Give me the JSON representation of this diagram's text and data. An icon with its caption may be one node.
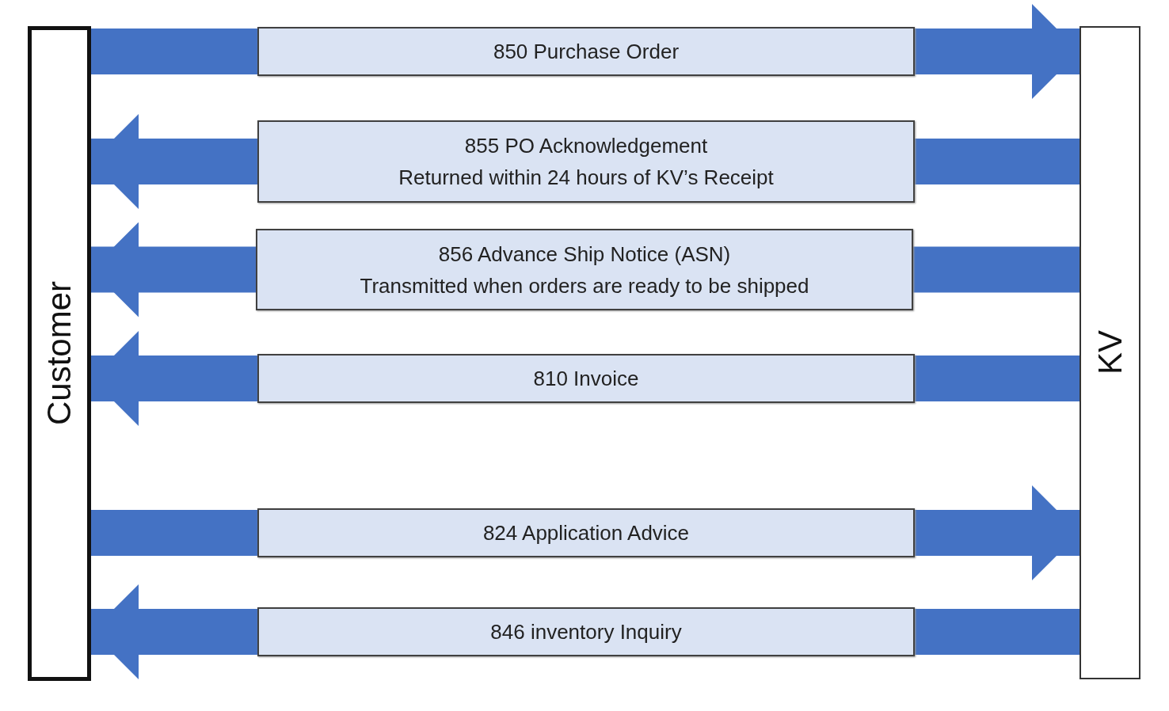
{
  "diagram": {
    "nodes": [
      {
        "text": [
          "Customer"
        ]
      },
      {
        "text": [
          "KV"
        ]
      },
      {
        "text": [
          "850 Purchase Order"
        ]
      },
      {
        "text": [
          "855 PO Acknowledgement",
          "Returned within 24 hours of KV’s Receipt"
        ]
      },
      {
        "text": [
          "856 Advance Ship Notice (ASN)",
          "Transmitted when orders are ready to be shipped"
        ]
      },
      {
        "text": [
          "810 Invoice"
        ]
      },
      {
        "text": [
          "824 Application Advice"
        ]
      },
      {
        "text": [
          "846 inventory Inquiry"
        ]
      }
    ],
    "edges": [
      {
        "from": 0,
        "to": 2,
        "arrow": "none"
      },
      {
        "from": 2,
        "to": 1,
        "arrow": "to"
      },
      {
        "from": 1,
        "to": 3,
        "arrow": "none"
      },
      {
        "from": 3,
        "to": 0,
        "arrow": "to"
      },
      {
        "from": 1,
        "to": 4,
        "arrow": "none"
      },
      {
        "from": 4,
        "to": 0,
        "arrow": "to"
      },
      {
        "from": 1,
        "to": 5,
        "arrow": "none"
      },
      {
        "from": 5,
        "to": 0,
        "arrow": "to"
      },
      {
        "from": 0,
        "to": 6,
        "arrow": "none"
      },
      {
        "from": 6,
        "to": 1,
        "arrow": "to"
      },
      {
        "from": 1,
        "to": 7,
        "arrow": "none"
      },
      {
        "from": 7,
        "to": 0,
        "arrow": "to"
      }
    ]
  }
}
